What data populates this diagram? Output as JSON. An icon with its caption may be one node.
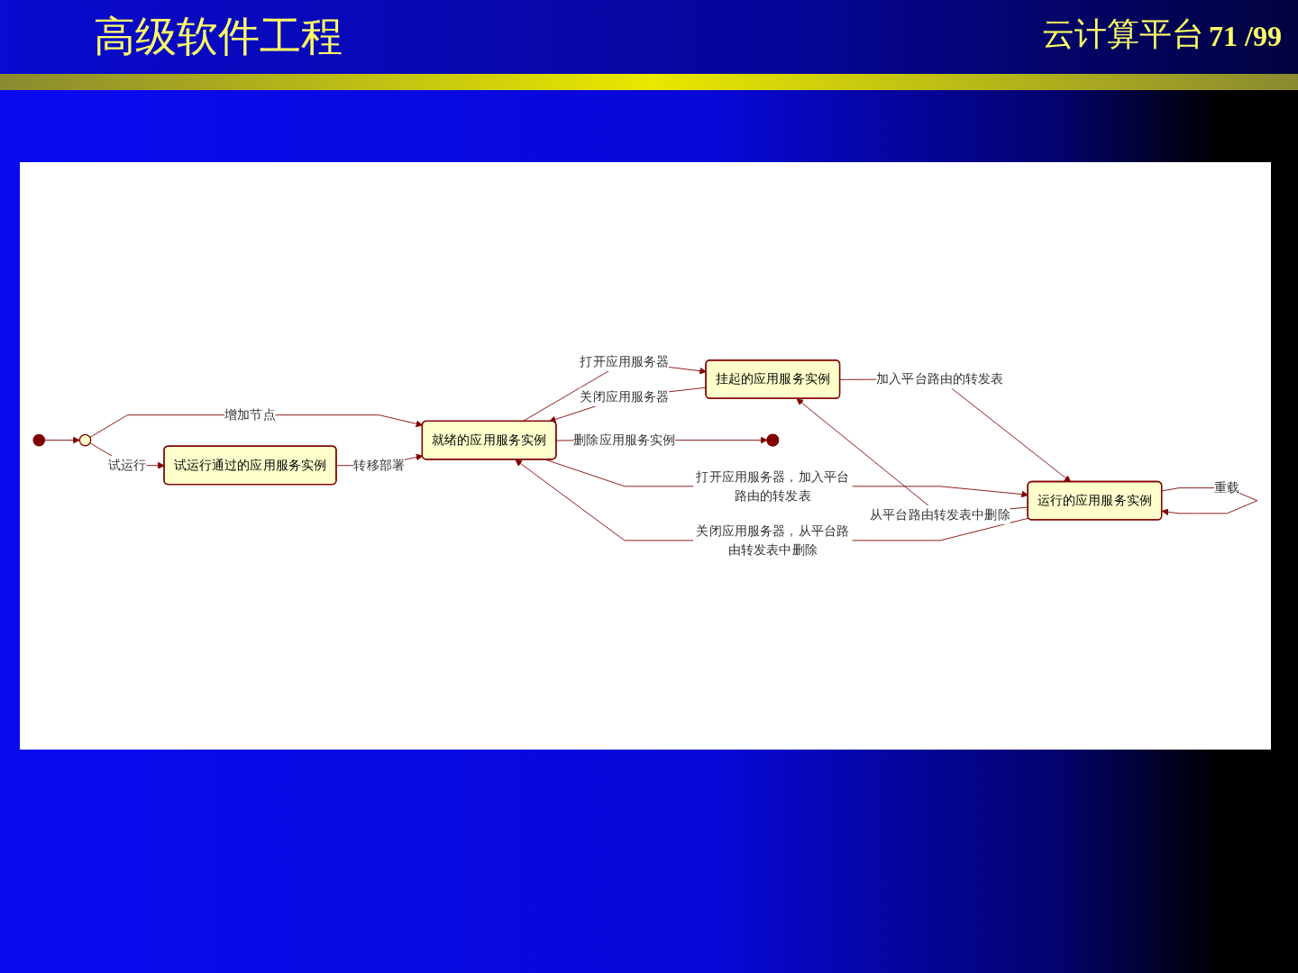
{
  "diagram": {
    "title": "高级软件工程",
    "nodes": [
      {
        "text": [],
        "shape": "circle"
      },
      {
        "text": [],
        "shape": "circle"
      },
      {
        "text": [
          "试运行通过的应用服务实例"
        ]
      },
      {
        "text": [
          "挂起的应用服务实例"
        ]
      },
      {
        "text": [
          "就绪的应用服务实例"
        ]
      },
      {
        "text": [
          "运行的应用服务实例"
        ]
      },
      {
        "text": [],
        "shape": "circle"
      }
    ],
    "edges": [
      {
        "from": 0,
        "to": 1,
        "arrow": "to"
      },
      {
        "from": 1,
        "to": 2,
        "label": "试运行",
        "arrow": "to"
      },
      {
        "from": 1,
        "to": 4,
        "label": "增加节点",
        "arrow": "to"
      },
      {
        "from": 2,
        "to": 4,
        "label": "转移部署",
        "arrow": "to"
      },
      {
        "from": 4,
        "to": 3,
        "label": "打开应用服务器",
        "arrow": "to"
      },
      {
        "from": 3,
        "to": 4,
        "label": "关闭应用服务器",
        "arrow": "to"
      },
      {
        "from": 3,
        "to": 5,
        "label": "加入平台路由的转发表",
        "arrow": "to"
      },
      {
        "from": 5,
        "to": 3,
        "label": "从平台路由转发表中删除",
        "arrow": "to"
      },
      {
        "from": 5,
        "to": 4,
        "label": "关闭应用服务器，从平台路由转发表中删除",
        "arrow": "to"
      },
      {
        "from": 4,
        "to": 5,
        "label": "打开应用服务器，加入平台路由的转发表",
        "arrow": "to"
      },
      {
        "from": 5,
        "to": 5,
        "label": "重载",
        "arrow": "to"
      },
      {
        "from": 4,
        "to": 6,
        "label": "删除应用服务实例",
        "arrow": "to"
      }
    ],
    "labels": [
      "云计算平台",
      "71 /99"
    ]
  }
}
